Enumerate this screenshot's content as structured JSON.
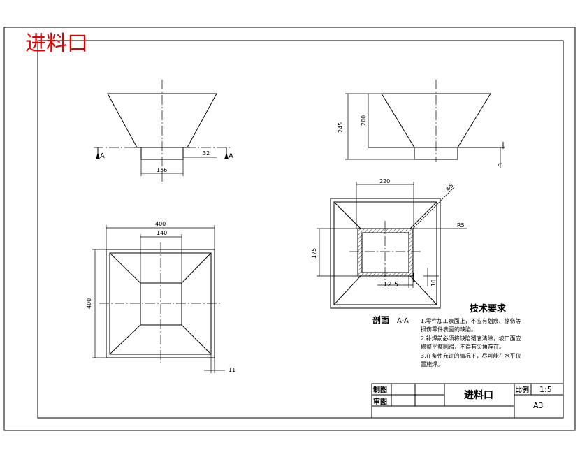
{
  "stamp_text": "进料口",
  "front_view": {
    "section_mark_left": "A",
    "section_mark_right": "A",
    "dim_width": "156",
    "dim_wall": "32"
  },
  "side_view": {
    "dim_total_height": "245",
    "dim_cone_height": "200",
    "dim_thickness": "3"
  },
  "plan_view": {
    "dim_width": "400",
    "dim_inner": "140",
    "dim_height": "400",
    "dim_edge": "11"
  },
  "section_view": {
    "dim_width": "220",
    "dim_diam": "Φ5",
    "dim_radius": "R5",
    "dim_height": "175",
    "dim_wall": "12.5",
    "dim_gap": "10",
    "label": "剖面",
    "label_suffix": "A-A"
  },
  "tech_requirements": {
    "title": "技术要求",
    "lines": [
      "1.零件加工表面上，不应有划痕、擦伤等",
      "损伤零件表面的缺陷。",
      "2.补焊前必须将缺陷彻底清除，坡口面应",
      "修整平整圆滑，不得有尖角存在。",
      "3.在条件允许的情况下，尽可能在水平位",
      "置施焊。"
    ]
  },
  "title_block": {
    "drawn_label": "制图",
    "checked_label": "审图",
    "part_name": "进料口",
    "scale_label": "比例",
    "scale_value": "1:5",
    "sheet_size": "A3"
  }
}
